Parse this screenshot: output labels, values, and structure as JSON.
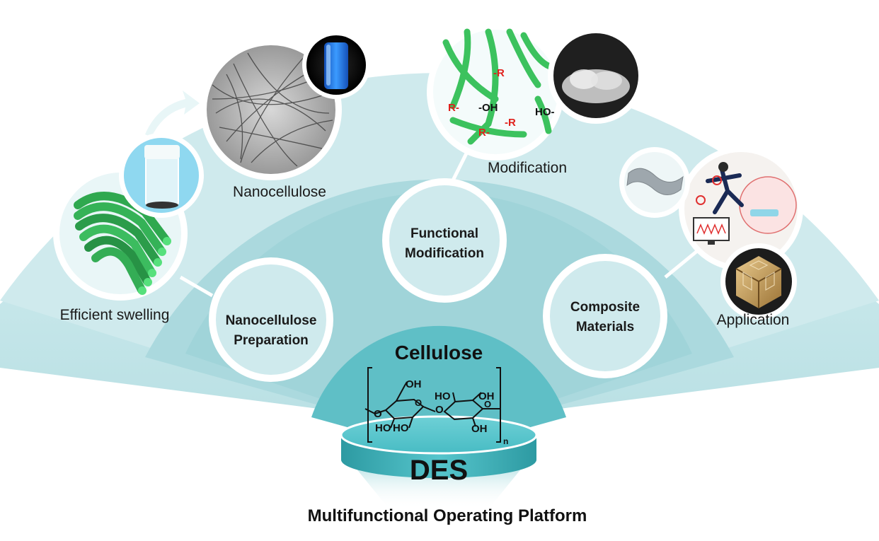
{
  "core": {
    "base_label": "DES",
    "top_label": "Cellulose",
    "structure_groups": {
      "oh_top_left": "OH",
      "ho_top_right": "HO",
      "oh_top_far": "OH",
      "o_linker": "O",
      "o_left": "O",
      "ring_o_left": "O",
      "ring_o_right": "O",
      "ho_bottom_1": "HO",
      "ho_bottom_2": "HO",
      "oh_bottom_right": "OH",
      "subscript_n": "n"
    }
  },
  "nodes": [
    {
      "id": "nanocellulose-preparation",
      "line1": "Nanocellulose",
      "line2": "Preparation"
    },
    {
      "id": "functional-modification",
      "line1": "Functional",
      "line2": "Modification"
    },
    {
      "id": "composite-materials",
      "line1": "Composite",
      "line2": "Materials"
    }
  ],
  "outer_labels": {
    "efficient_swelling": "Efficient swelling",
    "nanocellulose": "Nanocellulose",
    "modification": "Modification",
    "application": "Application"
  },
  "modification_groups": {
    "r1": "-R",
    "r2": "R-",
    "oh": "-OH",
    "ho": "HO-",
    "r3": "R-",
    "r4": "-R"
  },
  "footer": {
    "title": "Multifunctional Operating Platform"
  },
  "colors": {
    "fan_outer": "#cde9ec",
    "fan_middle": "#a7d6db",
    "fan_inner": "#6cc3c8",
    "disc": "#4fbdc4",
    "fiber_green": "#2fa84f",
    "tube_blue": "#1e6fd9",
    "r_group_red": "#e0201b"
  }
}
